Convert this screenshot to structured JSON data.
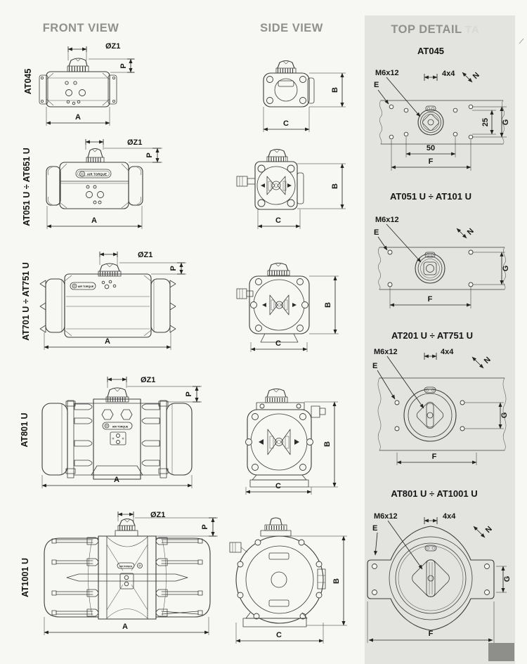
{
  "headers": {
    "front_view": "FRONT VIEW",
    "side_view": "SIDE VIEW",
    "top_detail": "TOP DETAIL",
    "watermark": "TA"
  },
  "brand": "AIR TORQUE",
  "dims": {
    "z1": "ØZ1",
    "p": "P",
    "a": "A",
    "b": "B",
    "c": "C",
    "e": "E",
    "f": "F",
    "g": "G",
    "n": "N",
    "m6x12": "M6x12",
    "square": "4x4",
    "d25": "25",
    "d50": "50"
  },
  "models": [
    {
      "label": "AT045"
    },
    {
      "label": "AT051 U ÷ AT651 U"
    },
    {
      "label": "AT701 U ÷ AT751 U"
    },
    {
      "label": "AT801 U"
    },
    {
      "label": "AT1001 U"
    }
  ],
  "top_details": [
    {
      "title": "AT045"
    },
    {
      "title": "AT051 U ÷ AT101 U"
    },
    {
      "title": "AT201 U ÷ AT751 U"
    },
    {
      "title": "AT801 U ÷ AT1001 U"
    }
  ]
}
